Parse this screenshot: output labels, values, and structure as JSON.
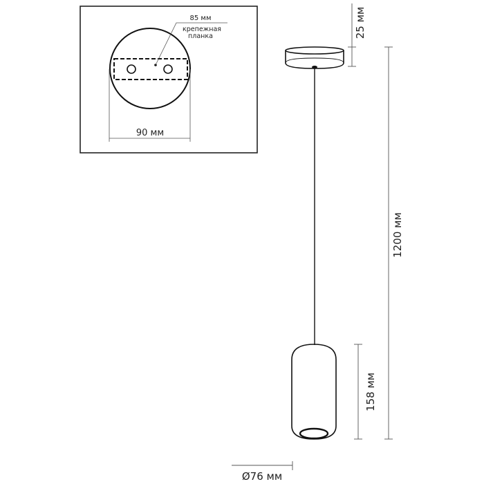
{
  "mount_detail": {
    "bar_length_label": "85 мм",
    "bar_name_line1": "крепежная",
    "bar_name_line2": "планка",
    "diameter_label": "90 мм"
  },
  "lamp": {
    "canopy_height_label": "25 мм",
    "total_height_label": "1200 мм",
    "shade_height_label": "158 мм",
    "shade_diameter_label": "Ø76 мм"
  }
}
